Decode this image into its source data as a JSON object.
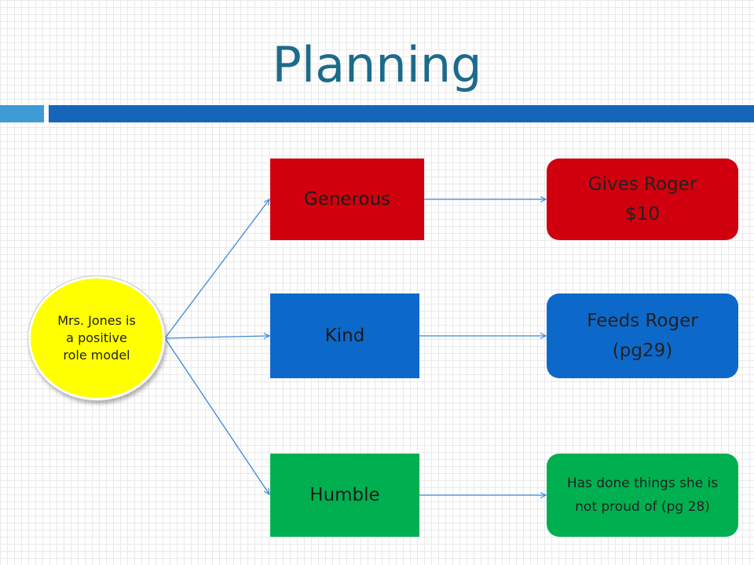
{
  "title": "Planning",
  "center": {
    "text": "Mrs. Jones is a positive role model",
    "color": "#ffff00"
  },
  "traits": [
    {
      "label": "Generous",
      "color": "#d0000e"
    },
    {
      "label": "Kind",
      "color": "#0d69c9"
    },
    {
      "label": "Humble",
      "color": "#00b050"
    }
  ],
  "evidence": [
    {
      "text": "Gives Roger $10",
      "color": "#d0000e"
    },
    {
      "text": "Feeds Roger (pg29)",
      "color": "#0d69c9"
    },
    {
      "text": "Has done things she is not proud of (pg 28)",
      "color": "#00b050"
    }
  ],
  "colors": {
    "title": "#1c6b8a",
    "connector": "#3b88d8",
    "bar_light": "#3e9bd6",
    "bar_dark": "#1566b8"
  }
}
